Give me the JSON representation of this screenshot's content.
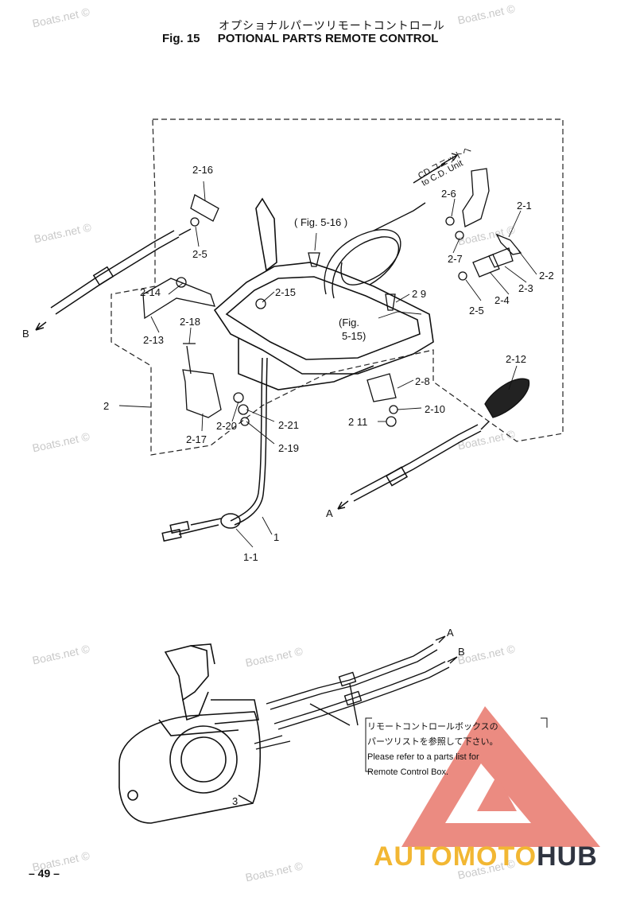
{
  "header": {
    "title_jp": "オプショナルパーツリモートコントロール",
    "fig": "Fig. 15",
    "title_en": "POTIONAL PARTS REMOTE CONTROL"
  },
  "watermark": "Boats.net ©",
  "labels": {
    "l_2_16": "2-16",
    "l_2_5": "2-5",
    "l_2_14": "2-14",
    "l_2_13": "2-13",
    "l_2_18": "2-18",
    "l_2_15": "2-15",
    "l_fig516": "( Fig. 5-16 )",
    "l_cd_jp": "CD ユニットへ",
    "l_cd_en": "to C.D. Unit",
    "l_2_6": "2-6",
    "l_2_1": "2-1",
    "l_2_7": "2-7",
    "l_2_2": "2-2",
    "l_2_3": "2-3",
    "l_2_4": "2-4",
    "l_2_5b": "2-5",
    "l_2_9": "2 9",
    "l_fig515a": "(Fig.",
    "l_fig515b": "5-15)",
    "l_2_12": "2-12",
    "l_2_8": "2-8",
    "l_2_10": "2-10",
    "l_2_11": "2 11",
    "l_2": "2",
    "l_2_17": "2-17",
    "l_2_20": "2-20",
    "l_2_21": "2-21",
    "l_2_19": "2-19",
    "l_1": "1",
    "l_1_1": "1-1",
    "l_a": "A",
    "l_b": "B",
    "l_a2": "A",
    "l_b2": "B",
    "l_3": "3"
  },
  "note": {
    "jp1": "リモートコントロールボックスの",
    "jp2": "パーツリストを参照して下さい。",
    "en1": "Please refer to a parts list for",
    "en2": "Remote Control Box."
  },
  "page_no": "– 49 –",
  "logo": {
    "auto": "AUTO",
    "moto": "MOTO",
    "hub": "HUB"
  },
  "colors": {
    "logo_red": "#e8776c",
    "logo_yellow": "#f2b733",
    "logo_dark": "#2f3440",
    "watermark": "#c9c9c9"
  }
}
